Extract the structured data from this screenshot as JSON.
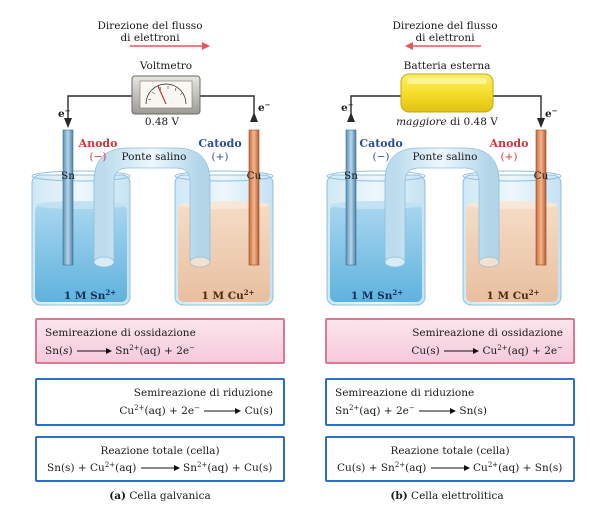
{
  "panel_a": {
    "flow_title": "Direzione del flusso",
    "flow_title2": "di elettroni",
    "device_label": "Voltmetro",
    "voltage": "0.48 V",
    "electron_left": "e",
    "electron_right": "e",
    "electron_sup": "−",
    "left_electrode_role": "Anodo",
    "left_electrode_sign": "(−)",
    "right_electrode_role": "Catodo",
    "right_electrode_sign": "(+)",
    "salt_bridge": "Ponte salino",
    "left_metal": "Sn",
    "right_metal": "Cu",
    "left_solution": "1 M Sn",
    "left_solution_charge": "2+",
    "right_solution": "1 M Cu",
    "right_solution_charge": "2+",
    "box1_title": "Semireazione di ossidazione",
    "box1_eq_lhs": "Sn(",
    "box1_eq_state": "s",
    "box1_eq_close": ")",
    "box1_eq_rhs": "Sn",
    "box1_eq_rhs_charge": "2+",
    "box1_eq_rhs_state": "(aq) + 2e",
    "box1_eq_rhs_minus": "−",
    "box2_title": "Semireazione di riduzione",
    "box2_eq_lhs": "Cu",
    "box2_eq_lhs_charge": "2+",
    "box2_eq_lhs_rest": "(aq) + 2e",
    "box2_eq_lhs_minus": "−",
    "box2_eq_rhs": "Cu(s)",
    "box3_title": "Reazione totale (cella)",
    "box3_eq_lhs": "Sn(s) + Cu",
    "box3_eq_lhs_charge": "2+",
    "box3_eq_lhs_rest": "(aq)",
    "box3_eq_rhs": "Sn",
    "box3_eq_rhs_charge": "2+",
    "box3_eq_rhs_rest": "(aq) + Cu(s)",
    "caption_letter": "(a)",
    "caption": "Cella galvanica"
  },
  "panel_b": {
    "flow_title": "Direzione del flusso",
    "flow_title2": "di elettroni",
    "device_label": "Batteria esterna",
    "voltage_prefix": "maggiore",
    "voltage_suffix": "di 0.48 V",
    "electron_left": "e",
    "electron_right": "e",
    "electron_sup": "−",
    "left_electrode_role": "Catodo",
    "left_electrode_sign": "(−)",
    "right_electrode_role": "Anodo",
    "right_electrode_sign": "(+)",
    "salt_bridge": "Ponte salino",
    "left_metal": "Sn",
    "right_metal": "Cu",
    "left_solution": "1 M Sn",
    "left_solution_charge": "2+",
    "right_solution": "1 M Cu",
    "right_solution_charge": "2+",
    "box1_title": "Semireazione di ossidazione",
    "box1_eq_lhs": "Cu(s)",
    "box1_eq_rhs": "Cu",
    "box1_eq_rhs_charge": "2+",
    "box1_eq_rhs_rest": "(aq) + 2e",
    "box1_eq_rhs_minus": "−",
    "box2_title": "Semireazione di riduzione",
    "box2_eq_lhs": "Sn",
    "box2_eq_lhs_charge": "2+",
    "box2_eq_lhs_rest": "(aq) + 2e",
    "box2_eq_lhs_minus": "−",
    "box2_eq_rhs": "Sn(s)",
    "box3_title": "Reazione totale (cella)",
    "box3_eq_lhs": "Cu(s) + Sn",
    "box3_eq_lhs_charge": "2+",
    "box3_eq_lhs_rest": "(aq)",
    "box3_eq_rhs": "Cu",
    "box3_eq_rhs_charge": "2+",
    "box3_eq_rhs_rest": "(aq) + Sn(s)",
    "caption_letter": "(b)",
    "caption": "Cella elettrolitica"
  },
  "colors": {
    "accent_red": "#d2363c",
    "accent_blue": "#2b4ea0",
    "pink_box_border": "#d87a92",
    "blue_box_border": "#2d6fc4",
    "battery_yellow": "#f6df2a"
  }
}
